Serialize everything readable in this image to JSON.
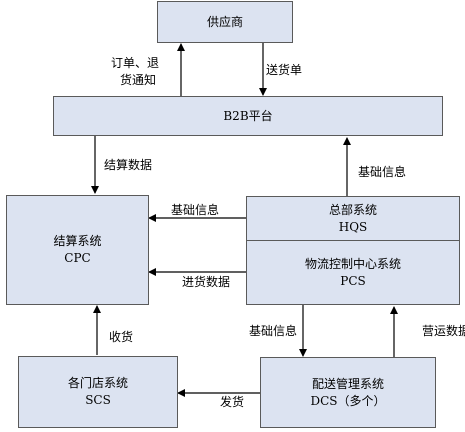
{
  "boxes": {
    "supplier": {
      "name": "供应商"
    },
    "b2b": {
      "name": "B2B平台"
    },
    "settlement": {
      "name": "结算系统",
      "code": "CPC"
    },
    "hq": {
      "name": "总部系统",
      "code": "HQS"
    },
    "logistics": {
      "name": "物流控制中心系统",
      "code": "PCS"
    },
    "stores": {
      "name": "各门店系统",
      "code": "SCS"
    },
    "distribution": {
      "name": "配送管理系统",
      "code": "DCS（多个）"
    }
  },
  "flows": {
    "order_return_line1": "订单、退",
    "order_return_line2": "货通知",
    "delivery_note": "送货单",
    "settlement_data": "结算数据",
    "base_info_to_b2b": "基础信息",
    "base_info_to_cpc": "基础信息",
    "purchase_data": "进货数据",
    "base_info_to_dcs": "基础信息",
    "ops_data": "营运数据",
    "receiving": "收货",
    "shipping": "发货"
  },
  "colors": {
    "box_fill": "#dce3f1",
    "border": "#5a5a5a",
    "arrow": "#000000"
  }
}
